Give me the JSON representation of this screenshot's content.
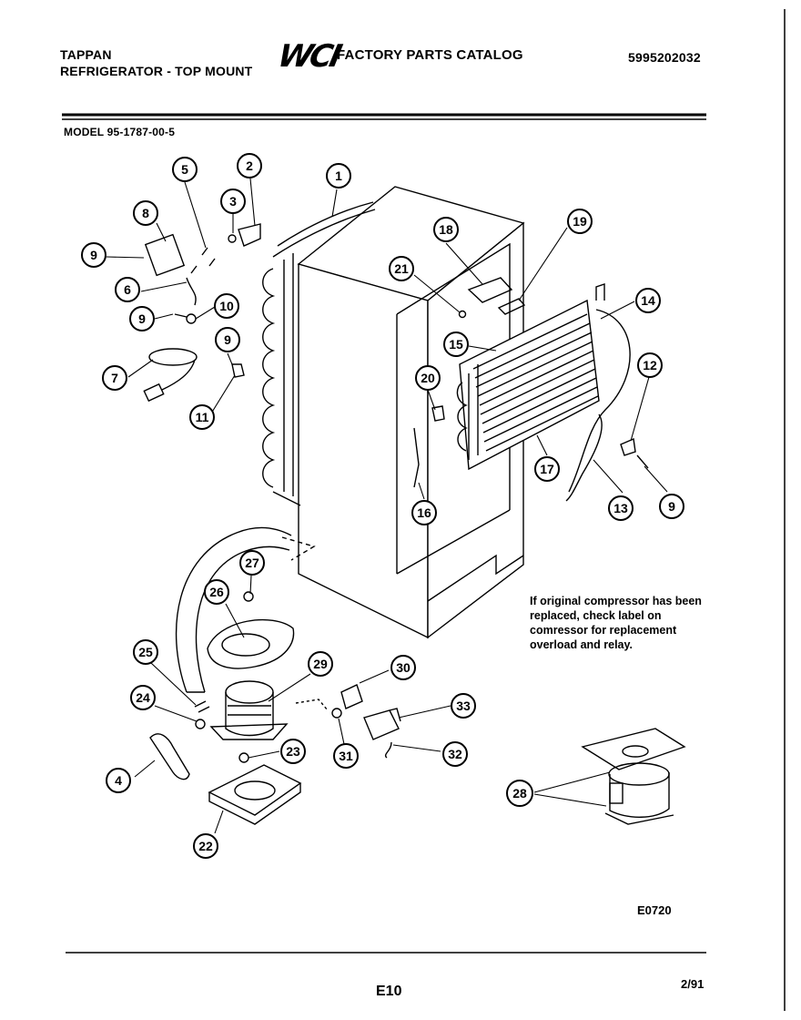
{
  "header": {
    "brand": "TAPPAN",
    "subtitle": "REFRIGERATOR - TOP MOUNT",
    "logo_text": "WCI",
    "catalog_title": "FACTORY PARTS CATALOG",
    "part_number": "5995202032"
  },
  "model": "MODEL 95-1787-00-5",
  "callouts": [
    "1",
    "2",
    "3",
    "4",
    "5",
    "6",
    "7",
    "8",
    "9",
    "9",
    "9",
    "9",
    "10",
    "11",
    "12",
    "13",
    "14",
    "15",
    "16",
    "17",
    "18",
    "19",
    "20",
    "21",
    "22",
    "23",
    "24",
    "25",
    "26",
    "27",
    "28",
    "29",
    "30",
    "31",
    "32",
    "33"
  ],
  "note": "If original compressor has been replaced, check label on comressor for replacement overload and relay.",
  "figure_code": "E0720",
  "page_code": "E10",
  "date": "2/91"
}
